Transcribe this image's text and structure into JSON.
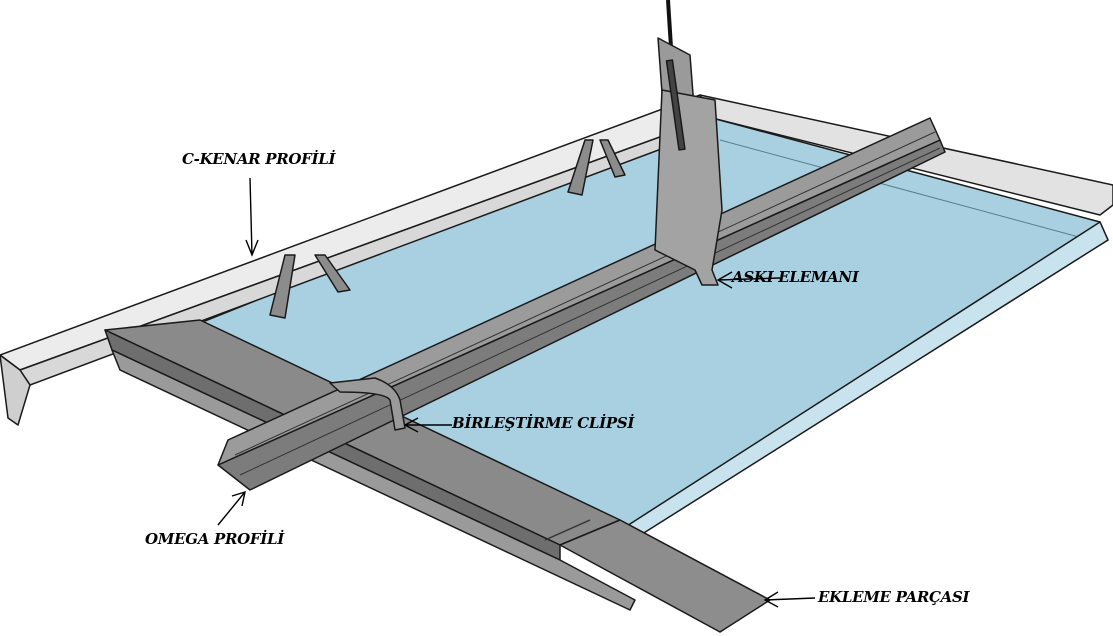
{
  "labels": {
    "c_edge_profile": "C-KENAR PROFİLİ",
    "hanger": "ASKI ELEMANI",
    "joining_clip": "BİRLEŞTİRME CLİPSİ",
    "omega_profile": "OMEGA PROFİLİ",
    "splice_piece": "EKLEME PARÇASI"
  },
  "colors": {
    "panel": "#a8d0e0",
    "edge_profile": "#e4e4e4",
    "runner": "#8a8a8a",
    "omega": "#7c7c7c",
    "outline": "#1a1a1a"
  }
}
